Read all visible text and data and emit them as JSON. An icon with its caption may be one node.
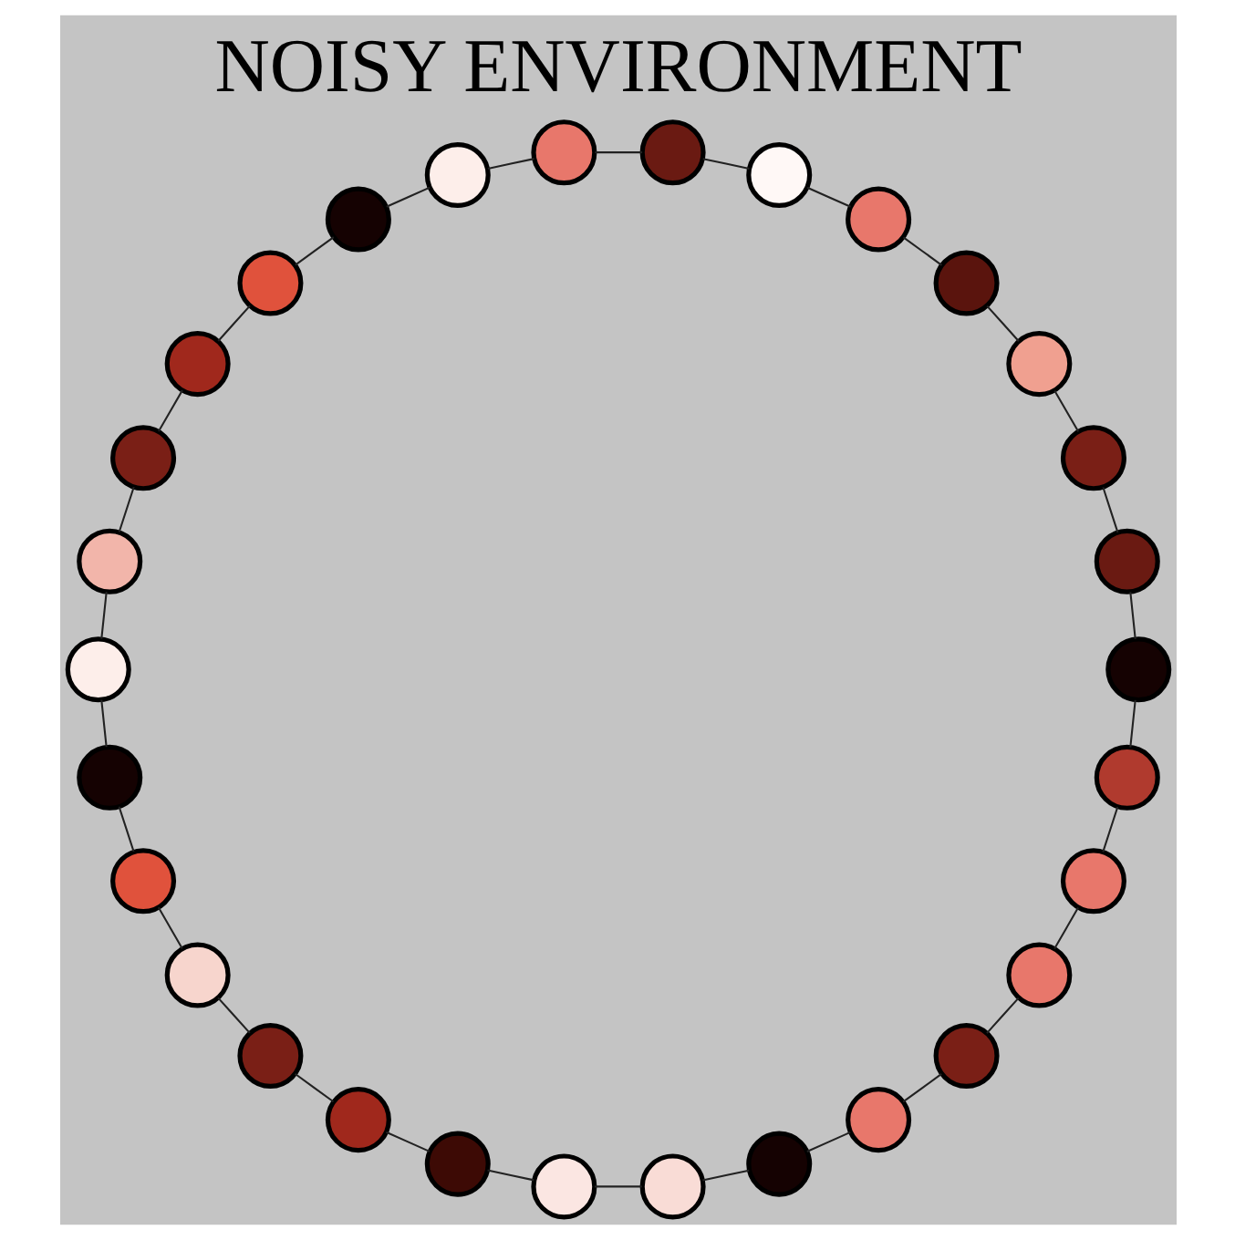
{
  "diagram": {
    "title": "NOISY ENVIRONMENT",
    "nodes": [
      {
        "text": [],
        "shape": "circle"
      },
      {
        "text": [],
        "shape": "circle"
      },
      {
        "text": [],
        "shape": "circle"
      },
      {
        "text": [],
        "shape": "circle"
      },
      {
        "text": [],
        "shape": "circle"
      },
      {
        "text": [],
        "shape": "circle"
      },
      {
        "text": [],
        "shape": "circle"
      },
      {
        "text": [],
        "shape": "circle"
      },
      {
        "text": [],
        "shape": "circle"
      },
      {
        "text": [],
        "shape": "circle"
      },
      {
        "text": [],
        "shape": "circle"
      },
      {
        "text": [],
        "shape": "circle"
      },
      {
        "text": [],
        "shape": "circle"
      },
      {
        "text": [],
        "shape": "circle"
      },
      {
        "text": [],
        "shape": "circle"
      },
      {
        "text": [],
        "shape": "circle"
      },
      {
        "text": [],
        "shape": "circle"
      },
      {
        "text": [],
        "shape": "circle"
      },
      {
        "text": [],
        "shape": "circle"
      },
      {
        "text": [],
        "shape": "circle"
      },
      {
        "text": [],
        "shape": "circle"
      },
      {
        "text": [],
        "shape": "circle"
      },
      {
        "text": [],
        "shape": "circle"
      },
      {
        "text": [],
        "shape": "circle"
      },
      {
        "text": [],
        "shape": "circle"
      },
      {
        "text": [],
        "shape": "circle"
      },
      {
        "text": [],
        "shape": "circle"
      },
      {
        "text": [],
        "shape": "circle"
      },
      {
        "text": [],
        "shape": "circle"
      },
      {
        "text": [],
        "shape": "circle"
      }
    ],
    "edges": [
      {
        "from": 0,
        "to": 1,
        "arrow": "none"
      },
      {
        "from": 1,
        "to": 2,
        "arrow": "none"
      },
      {
        "from": 2,
        "to": 3,
        "arrow": "none"
      },
      {
        "from": 3,
        "to": 4,
        "arrow": "none"
      },
      {
        "from": 4,
        "to": 5,
        "arrow": "none"
      },
      {
        "from": 5,
        "to": 6,
        "arrow": "none"
      },
      {
        "from": 6,
        "to": 7,
        "arrow": "none"
      },
      {
        "from": 7,
        "to": 8,
        "arrow": "none"
      },
      {
        "from": 8,
        "to": 9,
        "arrow": "none"
      },
      {
        "from": 9,
        "to": 10,
        "arrow": "none"
      },
      {
        "from": 10,
        "to": 11,
        "arrow": "none"
      },
      {
        "from": 11,
        "to": 12,
        "arrow": "none"
      },
      {
        "from": 12,
        "to": 13,
        "arrow": "none"
      },
      {
        "from": 13,
        "to": 14,
        "arrow": "none"
      },
      {
        "from": 14,
        "to": 15,
        "arrow": "none"
      },
      {
        "from": 15,
        "to": 16,
        "arrow": "none"
      },
      {
        "from": 16,
        "to": 17,
        "arrow": "none"
      },
      {
        "from": 17,
        "to": 18,
        "arrow": "none"
      },
      {
        "from": 18,
        "to": 19,
        "arrow": "none"
      },
      {
        "from": 19,
        "to": 20,
        "arrow": "none"
      },
      {
        "from": 20,
        "to": 21,
        "arrow": "none"
      },
      {
        "from": 21,
        "to": 22,
        "arrow": "none"
      },
      {
        "from": 22,
        "to": 23,
        "arrow": "none"
      },
      {
        "from": 23,
        "to": 24,
        "arrow": "none"
      },
      {
        "from": 24,
        "to": 25,
        "arrow": "none"
      },
      {
        "from": 25,
        "to": 26,
        "arrow": "none"
      },
      {
        "from": 26,
        "to": 27,
        "arrow": "none"
      },
      {
        "from": 27,
        "to": 28,
        "arrow": "none"
      },
      {
        "from": 28,
        "to": 29,
        "arrow": "none"
      },
      {
        "from": 29,
        "to": 0,
        "arrow": "none"
      }
    ]
  }
}
